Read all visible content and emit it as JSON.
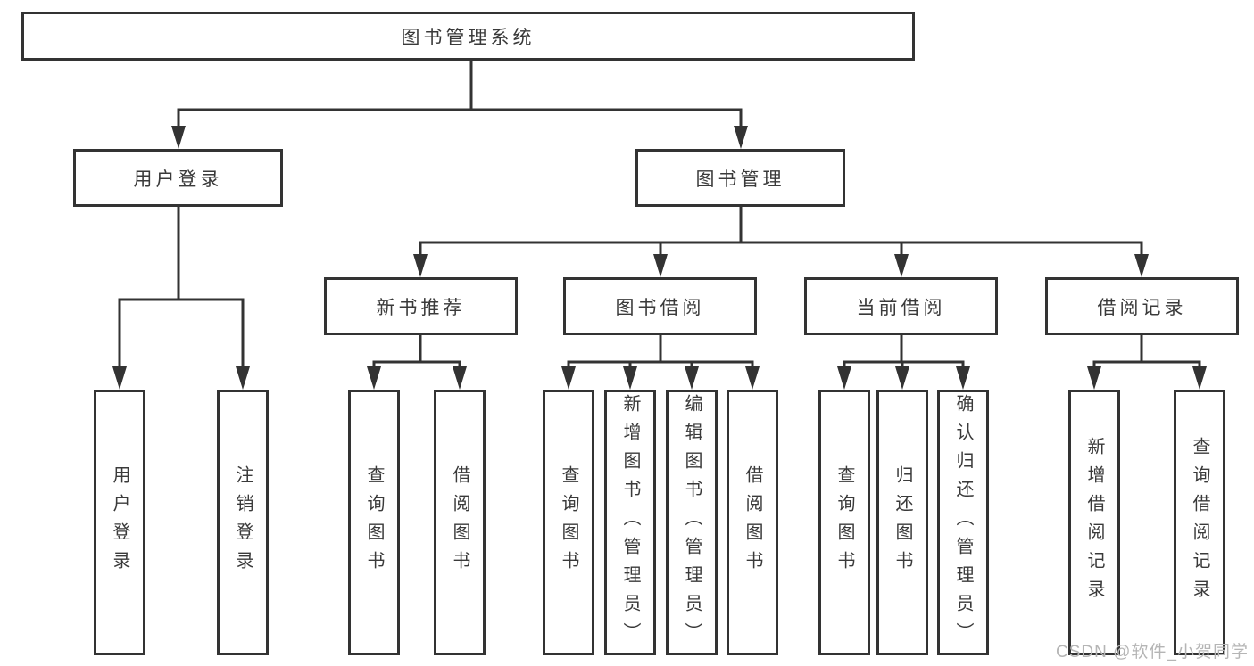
{
  "tree": {
    "label": "图书管理系统",
    "children": [
      {
        "label": "用户登录",
        "children": [
          {
            "label": "用户登录"
          },
          {
            "label": "注销登录"
          }
        ]
      },
      {
        "label": "图书管理",
        "children": [
          {
            "label": "新书推荐",
            "children": [
              {
                "label": "查询图书"
              },
              {
                "label": "借阅图书"
              }
            ]
          },
          {
            "label": "图书借阅",
            "children": [
              {
                "label": "查询图书"
              },
              {
                "label": "新增图书（管理员）"
              },
              {
                "label": "编辑图书（管理员）"
              },
              {
                "label": "借阅图书"
              }
            ]
          },
          {
            "label": "当前借阅",
            "children": [
              {
                "label": "查询图书"
              },
              {
                "label": "归还图书"
              },
              {
                "label": "确认归还（管理员）"
              }
            ]
          },
          {
            "label": "借阅记录",
            "children": [
              {
                "label": "新增借阅记录"
              },
              {
                "label": "查询借阅记录"
              }
            ]
          }
        ]
      }
    ]
  },
  "watermark": "CSDN @软件_小贺同学",
  "colors": {
    "line": "#333333",
    "box_background": "#ffffff",
    "text": "#3a3a3a",
    "watermark": "#b5b5b5"
  }
}
